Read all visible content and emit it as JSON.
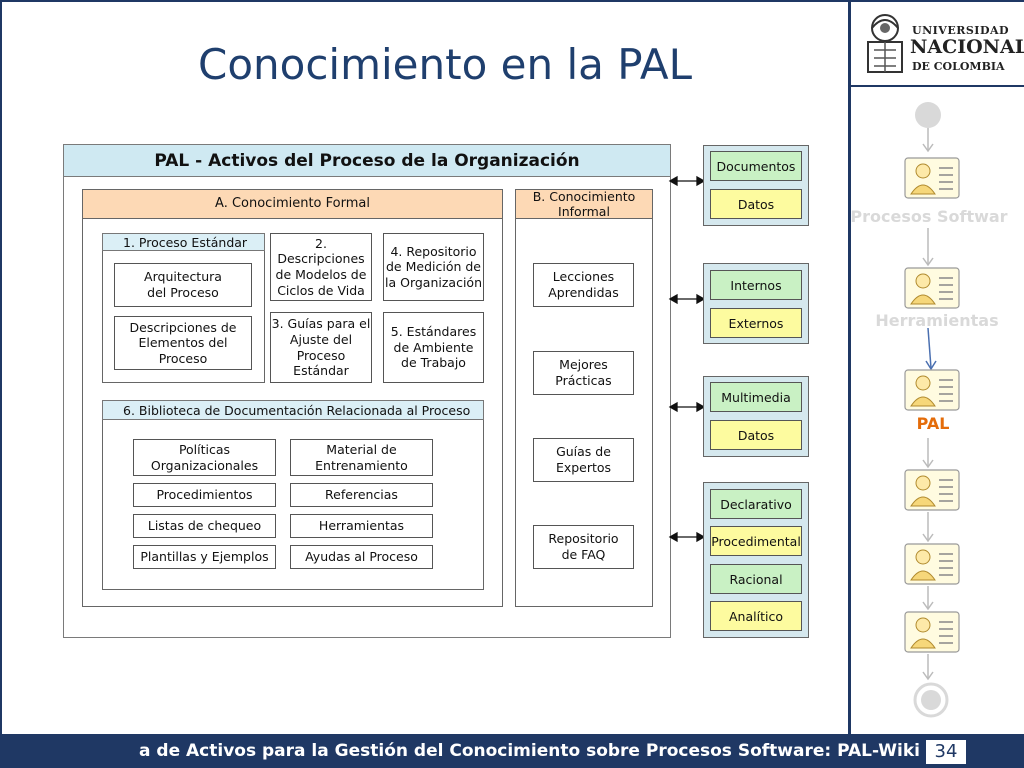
{
  "slide": {
    "title": "Conocimiento en la PAL",
    "footer": "a de Activos para la Gestión del Conocimiento sobre Procesos Software: PAL-Wiki",
    "page_number": "34"
  },
  "logo": {
    "line1": "UNIVERSIDAD",
    "line2": "NACIONAL",
    "line3": "DE COLOMBIA"
  },
  "sidebar": {
    "steps": [
      {
        "label": "Procesos Softwar",
        "color": "#d9d9d9"
      },
      {
        "label": "Herramientas",
        "color": "#d9d9d9"
      },
      {
        "label": "PAL",
        "color": "#e46c0a"
      }
    ]
  },
  "diagram": {
    "header": "PAL - Activos del Proceso de la Organización",
    "formal": {
      "title": "A. Conocimiento Formal",
      "proceso_estandar": "1. Proceso Estándar",
      "arquitectura": "Arquitectura\ndel Proceso",
      "descripciones_elementos": "Descripciones de\nElementos del Proceso",
      "descripciones_modelos": "2. Descripciones\nde Modelos de\nCiclos de Vida",
      "repositorio_medicion": "4. Repositorio\nde Medición de\nla Organización",
      "guias_ajuste": "3. Guías para el\nAjuste del\nProceso\nEstándar",
      "estandares_ambiente": "5. Estándares\nde Ambiente\nde Trabajo",
      "biblioteca": "6. Biblioteca de Documentación Relacionada al Proceso",
      "biblioteca_items": [
        "Políticas\nOrganizacionales",
        "Material de\nEntrenamiento",
        "Procedimientos",
        "Referencias",
        "Listas de chequeo",
        "Herramientas",
        "Plantillas y Ejemplos",
        "Ayudas al Proceso"
      ]
    },
    "informal": {
      "title": "B. Conocimiento\nInformal",
      "items": [
        "Lecciones\nAprendidas",
        "Mejores\nPrácticas",
        "Guías de\nExpertos",
        "Repositorio\nde FAQ"
      ]
    },
    "right_groups": [
      [
        "Documentos",
        "Datos"
      ],
      [
        "Internos",
        "Externos"
      ],
      [
        "Multimedia",
        "Datos"
      ],
      [
        "Declarativo",
        "Procedimental",
        "Racional",
        "Analítico"
      ]
    ],
    "colors": {
      "header": "#cfe9f2",
      "formal_header": "#fdd9b5",
      "green": "#c9f1c4",
      "yellow": "#fdfb9f",
      "group_bg": "#d5e8ee"
    }
  }
}
